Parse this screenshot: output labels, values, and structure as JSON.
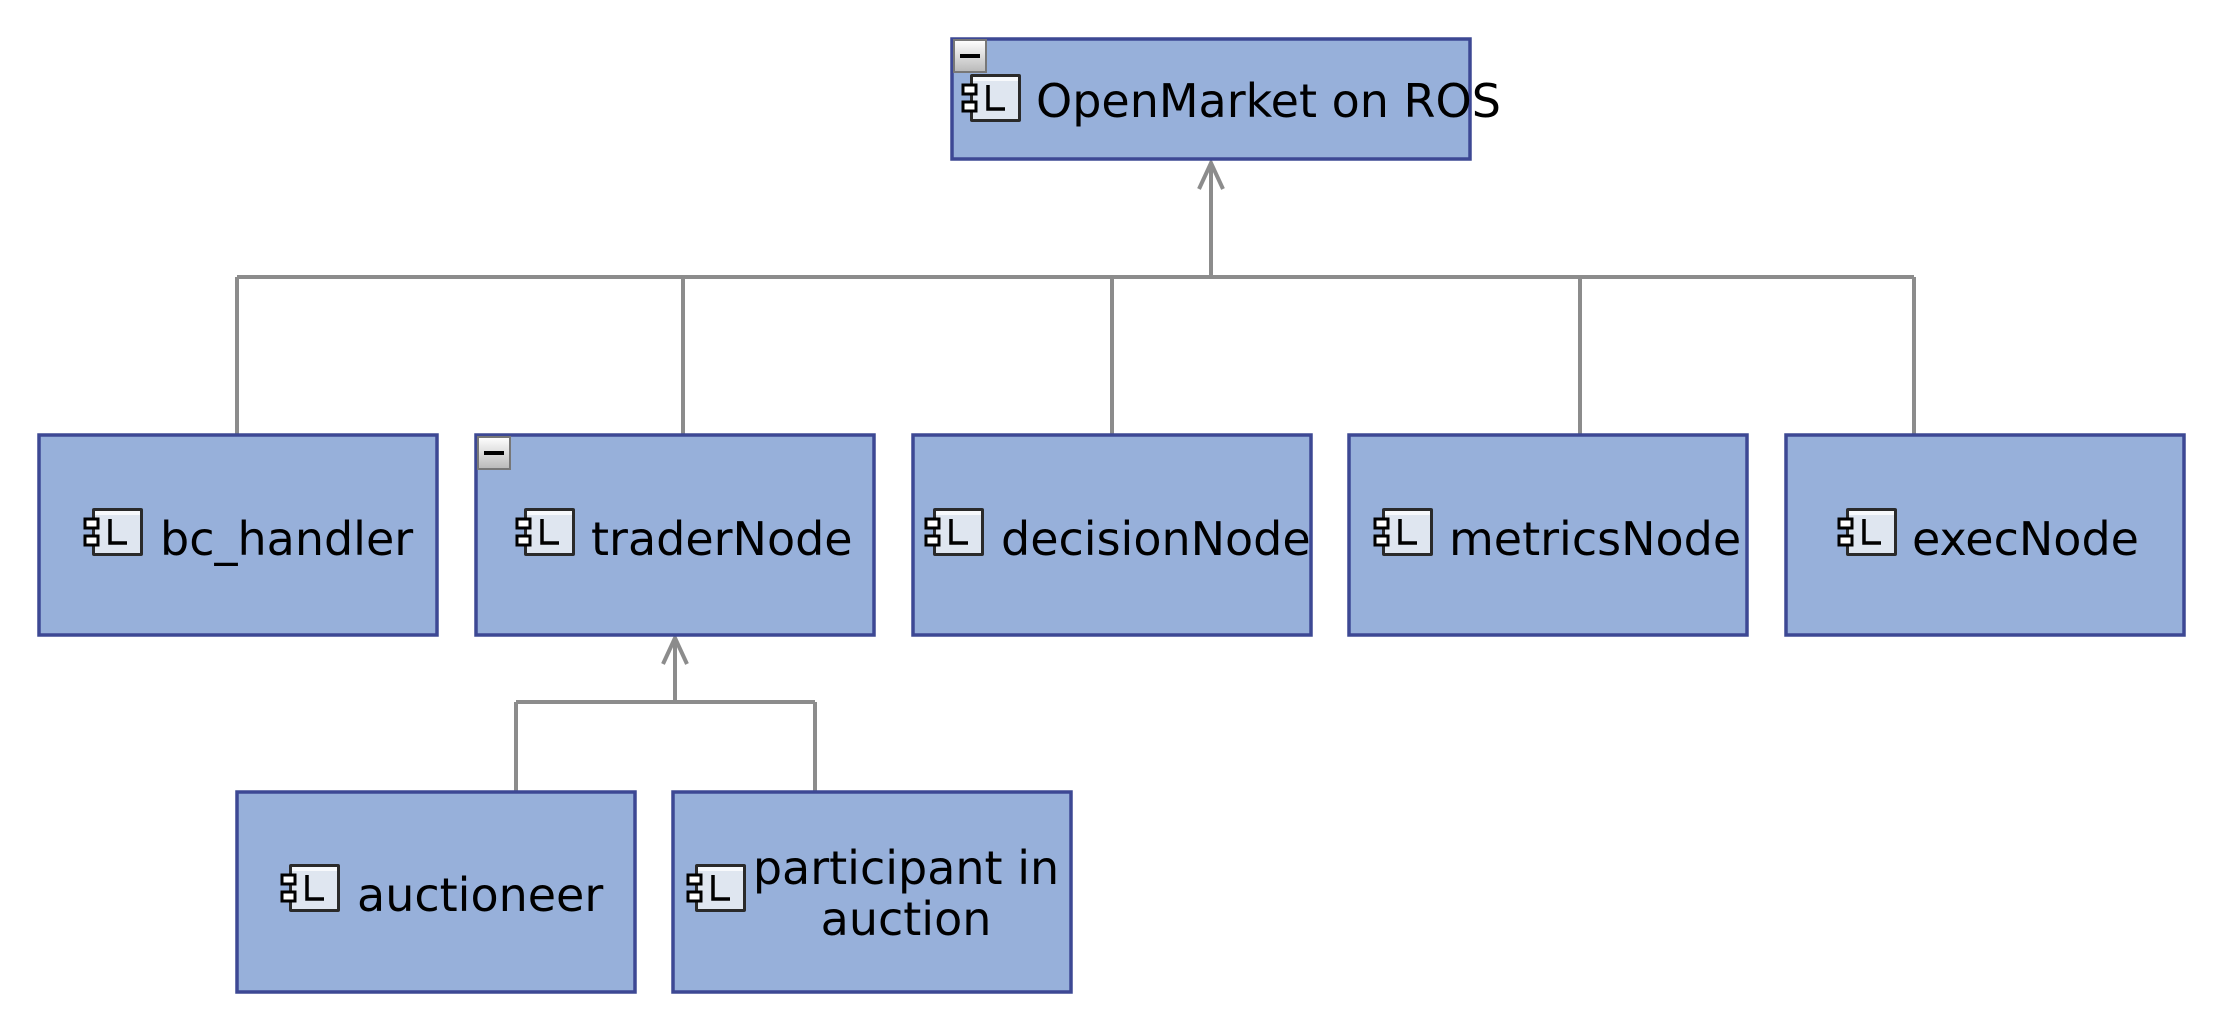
{
  "diagram": {
    "root": {
      "label": "OpenMarket on ROS",
      "collapsible": true,
      "icon": "component-icon"
    },
    "level1": [
      {
        "id": "bc-handler",
        "label": "bc_handler",
        "icon": "component-icon"
      },
      {
        "id": "trader-node",
        "label": "traderNode",
        "icon": "component-icon",
        "collapsible": true
      },
      {
        "id": "decision-node",
        "label": "decisionNode",
        "icon": "component-icon"
      },
      {
        "id": "metrics-node",
        "label": "metricsNode",
        "icon": "component-icon"
      },
      {
        "id": "exec-node",
        "label": "execNode",
        "icon": "component-icon"
      }
    ],
    "level2": [
      {
        "id": "auctioneer",
        "label": "auctioneer",
        "icon": "component-icon"
      },
      {
        "id": "participant-in-auction",
        "label_line1": "participant in",
        "label_line2": "auction",
        "icon": "component-icon"
      }
    ],
    "colors": {
      "node_fill": "#97b0da",
      "node_border": "#3d4894",
      "connector": "#8c8c8c",
      "icon_fill": "#dfe6f0"
    }
  }
}
